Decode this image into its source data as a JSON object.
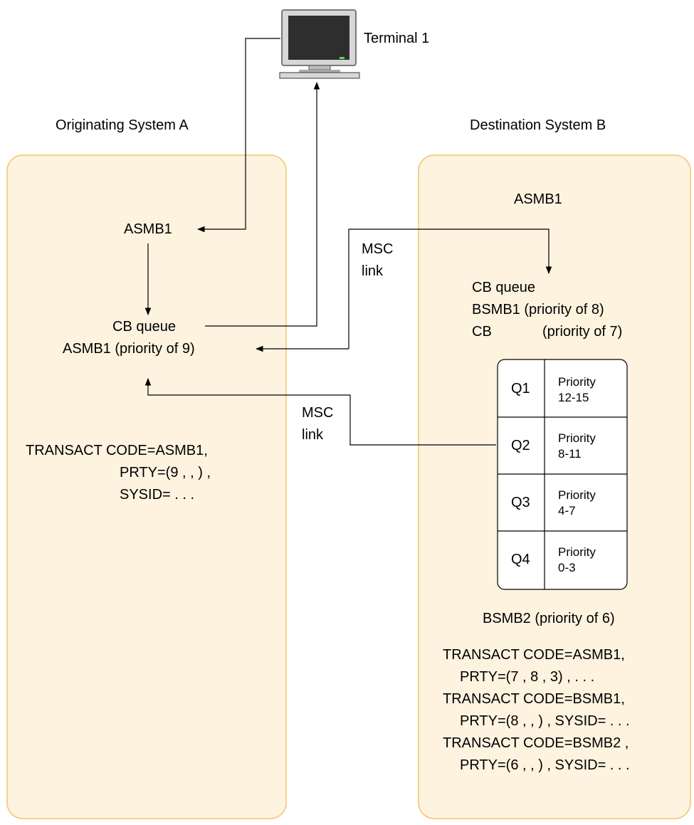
{
  "terminal": {
    "label": "Terminal 1"
  },
  "system_a": {
    "title": "Originating System A",
    "transaction": "ASMB1",
    "queue_title": "CB queue",
    "queue_entry": "ASMB1 (priority of 9)",
    "macro_lines": [
      "TRANSACT CODE=ASMB1,",
      "PRTY=(9 , , ) ,",
      "SYSID= . . ."
    ]
  },
  "system_b": {
    "title": "Destination System B",
    "transaction": "ASMB1",
    "queue_title": "CB queue",
    "queue_entry_1": "BSMB1 (priority of 8)",
    "queue_entry_2_name": "CB",
    "queue_entry_2_priority": "(priority of 7)",
    "queues": [
      {
        "name": "Q1",
        "label": "Priority",
        "range": "12-15"
      },
      {
        "name": "Q2",
        "label": "Priority",
        "range": "8-11"
      },
      {
        "name": "Q3",
        "label": "Priority",
        "range": "4-7"
      },
      {
        "name": "Q4",
        "label": "Priority",
        "range": "0-3"
      }
    ],
    "bsmb2": "BSMB2 (priority of 6)",
    "macro_lines": [
      "TRANSACT CODE=ASMB1,",
      "PRTY=(7 , 8 , 3) , . . .",
      "TRANSACT CODE=BSMB1,",
      "PRTY=(8 , , ) , SYSID= . . .",
      "TRANSACT CODE=BSMB2 ,",
      "PRTY=(6 , , ) , SYSID= . . ."
    ]
  },
  "links": {
    "link_1": [
      "MSC",
      "link"
    ],
    "link_2": [
      "MSC",
      "link"
    ]
  }
}
